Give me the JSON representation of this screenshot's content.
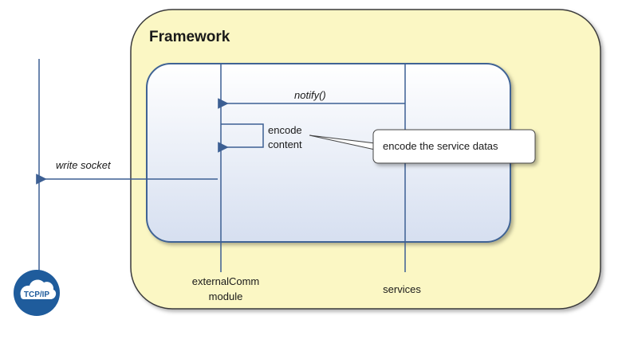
{
  "framework": {
    "title": "Framework"
  },
  "messages": {
    "notify": "notify()",
    "encode_line1": "encode",
    "encode_line2": "content",
    "write_socket": "write socket"
  },
  "callout": {
    "text": "encode the service datas"
  },
  "lifelines": {
    "external_line1": "externalComm",
    "external_line2": "module",
    "services": "services"
  },
  "tcp_badge": {
    "label": "TCP/IP",
    "color": "#1f5c9c"
  },
  "colors": {
    "framework_fill": "#fbf7c4",
    "framework_stroke": "#3a3a3a",
    "inner_stroke": "#3f6394",
    "line": "#3c5f93"
  }
}
